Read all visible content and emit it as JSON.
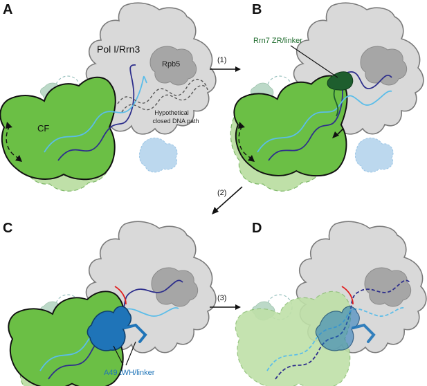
{
  "panels": {
    "a": "A",
    "b": "B",
    "c": "C",
    "d": "D"
  },
  "labels": {
    "pol": "Pol I/Rrn3",
    "rpb5": "Rpb5",
    "cf": "CF",
    "hypo_line1": "Hypothetical",
    "hypo_line2": "closed DNA path",
    "rrn7": "Rrn7 ZR/linker",
    "a49": "A49 tWH/linker"
  },
  "steps": {
    "s1": "(1)",
    "s2": "(2)",
    "s3": "(3)"
  },
  "colors": {
    "pol_gray": "#d9d9d9",
    "rpb5_gray": "#a6a6a6",
    "cf_green": "#6bbf45",
    "cf_light": "#bfe0a8",
    "dna_dark": "#2e2f8c",
    "dna_light": "#5bbde9",
    "rrn7_green": "#1e5e2e",
    "a49_blue": "#1f74b8",
    "red_strand": "#e02020",
    "light_blue_blob": "#bcd8ee"
  }
}
